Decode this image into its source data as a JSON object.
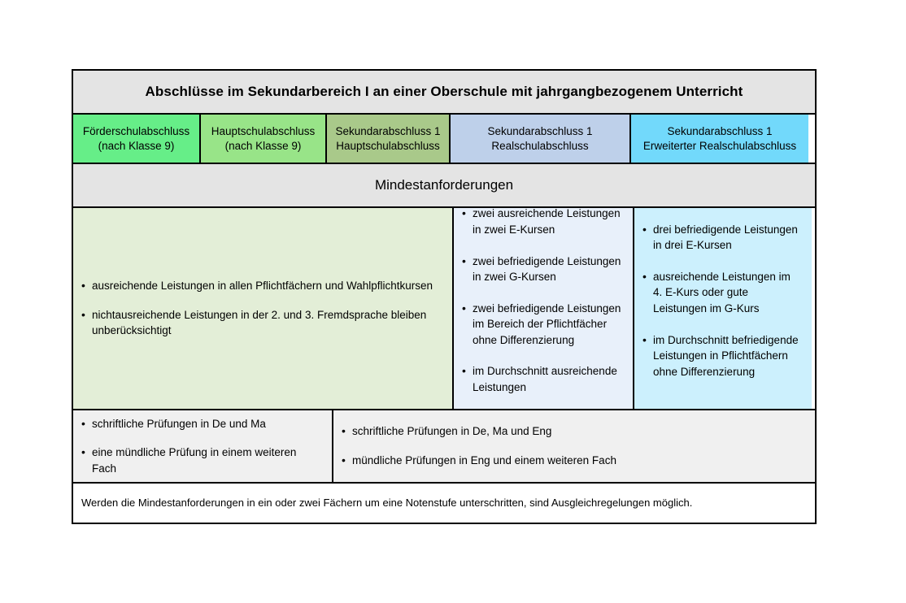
{
  "title": "Abschlüsse im Sekundarbereich I an einer Oberschule mit jahrgangbezogenem Unterricht",
  "colors": {
    "title_band": "#e4e4e4",
    "degree_1": "#66ee88",
    "degree_2": "#98e488",
    "degree_3": "#a9c98a",
    "degree_4": "#bed0ea",
    "degree_5": "#72d9fb",
    "req_merged": "#e3eed7",
    "req_4": "#e8f0fa",
    "req_5": "#ccf0fd",
    "exam_band": "#f0f0f0",
    "border": "#000000"
  },
  "degrees": [
    {
      "line1": "Förderschulabschluss",
      "line2": "(nach Klasse 9)"
    },
    {
      "line1": "Hauptschulabschluss",
      "line2": "(nach Klasse 9)"
    },
    {
      "line1": "Sekundarabschluss 1",
      "line2": "Hauptschulabschluss"
    },
    {
      "line1": "Sekundarabschluss 1",
      "line2": "Realschulabschluss"
    },
    {
      "line1": "Sekundarabschluss 1",
      "line2": "Erweiterter Realschulabschluss"
    }
  ],
  "band_label": "Mindestanforderungen",
  "requirements": {
    "merged": [
      "ausreichende Leistungen in allen Pflichtfächern und Wahlpflichtkursen",
      "nichtausreichende Leistungen in der 2. und 3. Fremdsprache bleiben unberücksichtigt"
    ],
    "column_4": [
      "zwei ausreichende Leistungen in zwei E-Kursen",
      "zwei befriedigende Leistungen in zwei G-Kursen",
      "zwei befriedigende Leistungen im Bereich der Pflichtfächer ohne Differenzierung",
      "im Durchschnitt ausreichende Leistungen"
    ],
    "column_5": [
      "drei befriedigende Leistungen in drei E-Kursen",
      "ausreichende Leistungen im 4. E-Kurs oder gute Leistungen im G-Kurs",
      "im Durchschnitt befriedigende Leistungen in Pflichtfächern ohne Differenzierung"
    ]
  },
  "examinations": {
    "left": [
      "schriftliche Prüfungen in De und Ma",
      "eine mündliche Prüfung in einem weiteren Fach"
    ],
    "right": [
      "schriftliche Prüfungen in De, Ma und Eng",
      "mündliche Prüfungen in Eng und einem weiteren Fach"
    ]
  },
  "note": "Werden die Mindestanforderungen in ein oder zwei Fächern um eine Notenstufe unterschritten, sind Ausgleichregelungen möglich."
}
